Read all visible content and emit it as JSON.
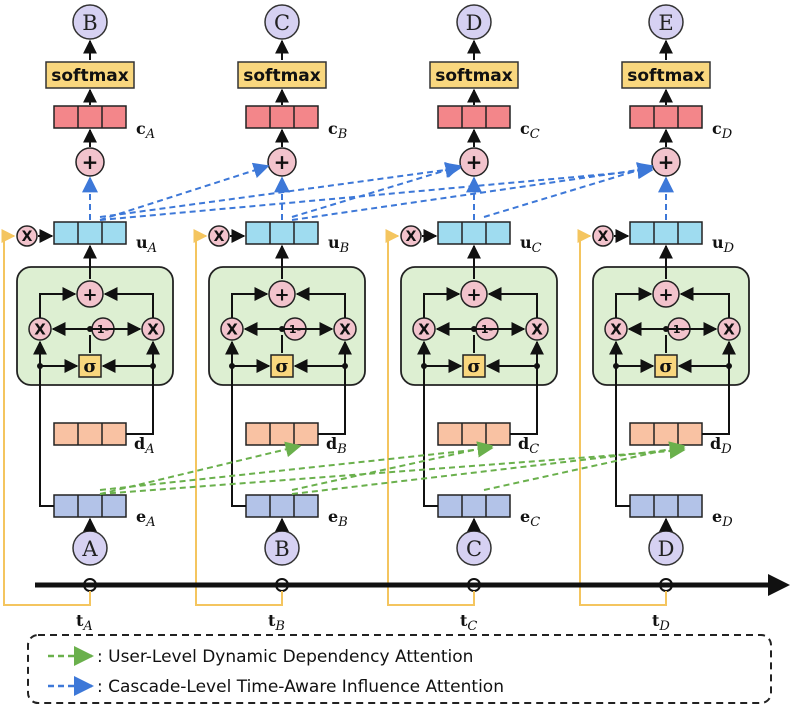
{
  "units": [
    {
      "id": "A",
      "output_node": "B",
      "softmax_label": "softmax",
      "c_sym": "c",
      "u_sym": "u",
      "d_sym": "d",
      "e_sym": "e",
      "input_node": "A",
      "time_sym": "t",
      "sub": "A",
      "one_minus": "1-",
      "sigma": "σ",
      "times": "X",
      "plus": "+"
    },
    {
      "id": "B",
      "output_node": "C",
      "softmax_label": "softmax",
      "c_sym": "c",
      "u_sym": "u",
      "d_sym": "d",
      "e_sym": "e",
      "input_node": "B",
      "time_sym": "t",
      "sub": "B",
      "one_minus": "1-",
      "sigma": "σ",
      "times": "X",
      "plus": "+"
    },
    {
      "id": "C",
      "output_node": "D",
      "softmax_label": "softmax",
      "c_sym": "c",
      "u_sym": "u",
      "d_sym": "d",
      "e_sym": "e",
      "input_node": "C",
      "time_sym": "t",
      "sub": "C",
      "one_minus": "1-",
      "sigma": "σ",
      "times": "X",
      "plus": "+"
    },
    {
      "id": "D",
      "output_node": "E",
      "softmax_label": "softmax",
      "c_sym": "c",
      "u_sym": "u",
      "d_sym": "d",
      "e_sym": "e",
      "input_node": "D",
      "time_sym": "t",
      "sub": "D",
      "one_minus": "1-",
      "sigma": "σ",
      "times": "X",
      "plus": "+"
    }
  ],
  "legend": {
    "green_label": ": User-Level Dynamic Dependency Attention",
    "blue_label": ": Cascade-Level Time-Aware Influence Attention"
  },
  "colors": {
    "node_fill": "#d6d1f2",
    "softmax_fill": "#f9d77e",
    "c_vec": "#f3868a",
    "u_vec": "#9fdcf0",
    "d_vec": "#f9c2a3",
    "e_vec": "#b3c3e8",
    "gate_box": "#ddefd2",
    "op_circle": "#f2c3cc",
    "green_arrow": "#6ab04c",
    "blue_arrow": "#3d78d8",
    "time_line": "#f4c55f"
  }
}
